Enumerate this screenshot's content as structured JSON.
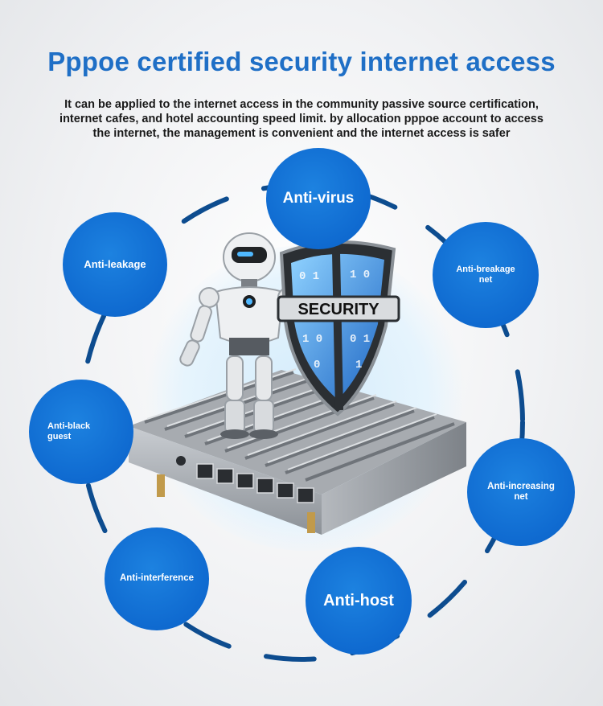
{
  "header": {
    "title": "Pppoe certified security internet access",
    "subtitle_lines": [
      "It can be applied to the internet access in the community passive source certification,",
      "internet cafes, and hotel accounting speed limit. by allocation pppoe account to access",
      "the internet, the management is convenient and the internet access is safer"
    ]
  },
  "features": [
    {
      "label": "Anti-virus"
    },
    {
      "label": "Anti-leakage"
    },
    {
      "label": "Anti-breakage net"
    },
    {
      "label": "Anti-black guest"
    },
    {
      "label": "Anti-increasing net"
    },
    {
      "label": "Anti-interference"
    },
    {
      "label": "Anti-host"
    }
  ],
  "shield": {
    "text": "SECURITY"
  },
  "colors": {
    "accent": "#1f6fc6",
    "bubble": "#0f6ad0",
    "ring": "#0d4c8f",
    "text": "#1a1a1a"
  }
}
